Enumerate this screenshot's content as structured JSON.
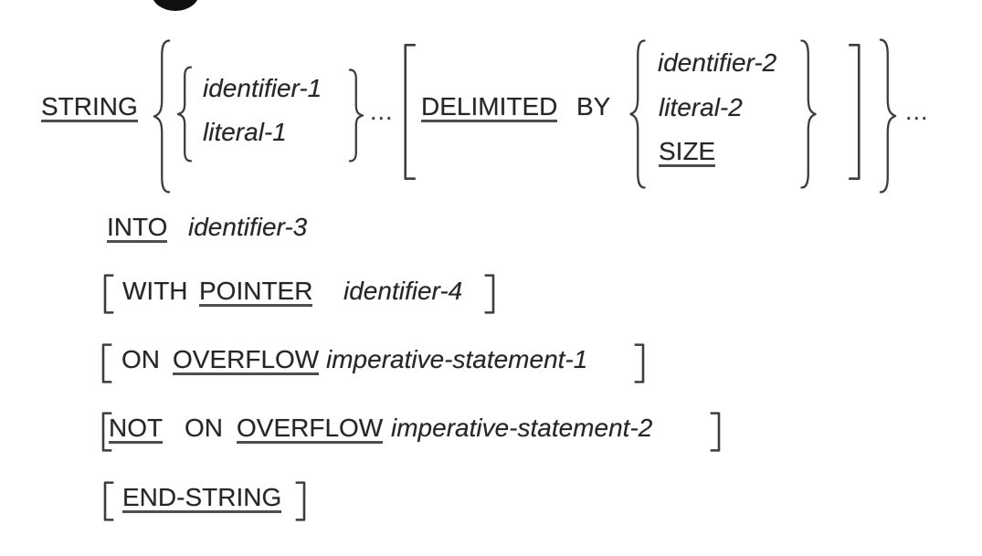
{
  "colors": {
    "background": "#ffffff",
    "ink": "#262626",
    "underline": "#4e4e4e",
    "symbol_stroke": "#3d3d3d"
  },
  "diagram": {
    "row1": {
      "string": "STRING",
      "identifier_1": "identifier-1",
      "literal_1": "literal-1",
      "repeat_ellipsis_inner": "...",
      "delimited": "DELIMITED",
      "by": "BY",
      "identifier_2": "identifier-2",
      "literal_2": "literal-2",
      "size": "SIZE",
      "repeat_ellipsis_outer": "..."
    },
    "row2": {
      "into": "INTO",
      "identifier_3": "identifier-3"
    },
    "row3": {
      "with": "WITH",
      "pointer": "POINTER",
      "identifier_4": "identifier-4"
    },
    "row4": {
      "on": "ON",
      "overflow": "OVERFLOW",
      "imperative_statement_1": "imperative-statement-1"
    },
    "row5": {
      "not": "NOT",
      "on": "ON",
      "overflow": "OVERFLOW",
      "imperative_statement_2": "imperative-statement-2"
    },
    "row6": {
      "end_string": "END-STRING"
    }
  }
}
